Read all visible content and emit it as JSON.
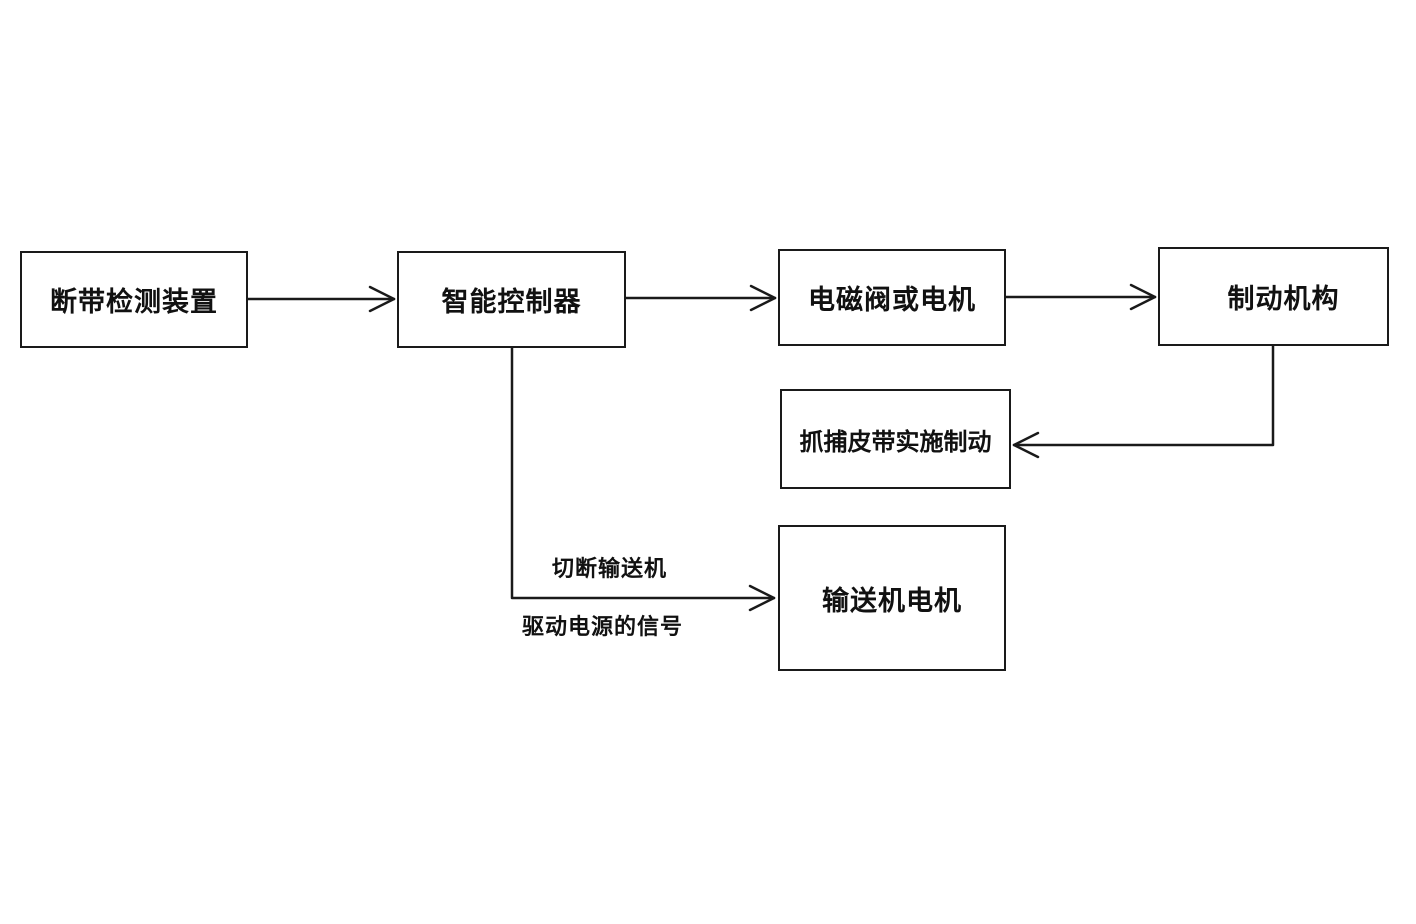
{
  "diagram": {
    "nodes": {
      "detect": "断带检测装置",
      "controller": "智能控制器",
      "valve": "电磁阀或电机",
      "brake": "制动机构",
      "grab": "抓捕皮带实施制动",
      "motor": "输送机电机"
    },
    "edge_label": {
      "line1": "切断输送机",
      "line2": "驱动电源的信号"
    },
    "edges": [
      {
        "from": "detect",
        "to": "controller"
      },
      {
        "from": "controller",
        "to": "valve"
      },
      {
        "from": "valve",
        "to": "brake"
      },
      {
        "from": "brake",
        "to": "grab"
      },
      {
        "from": "controller",
        "to": "motor",
        "label": "切断输送机 驱动电源的信号"
      }
    ]
  }
}
